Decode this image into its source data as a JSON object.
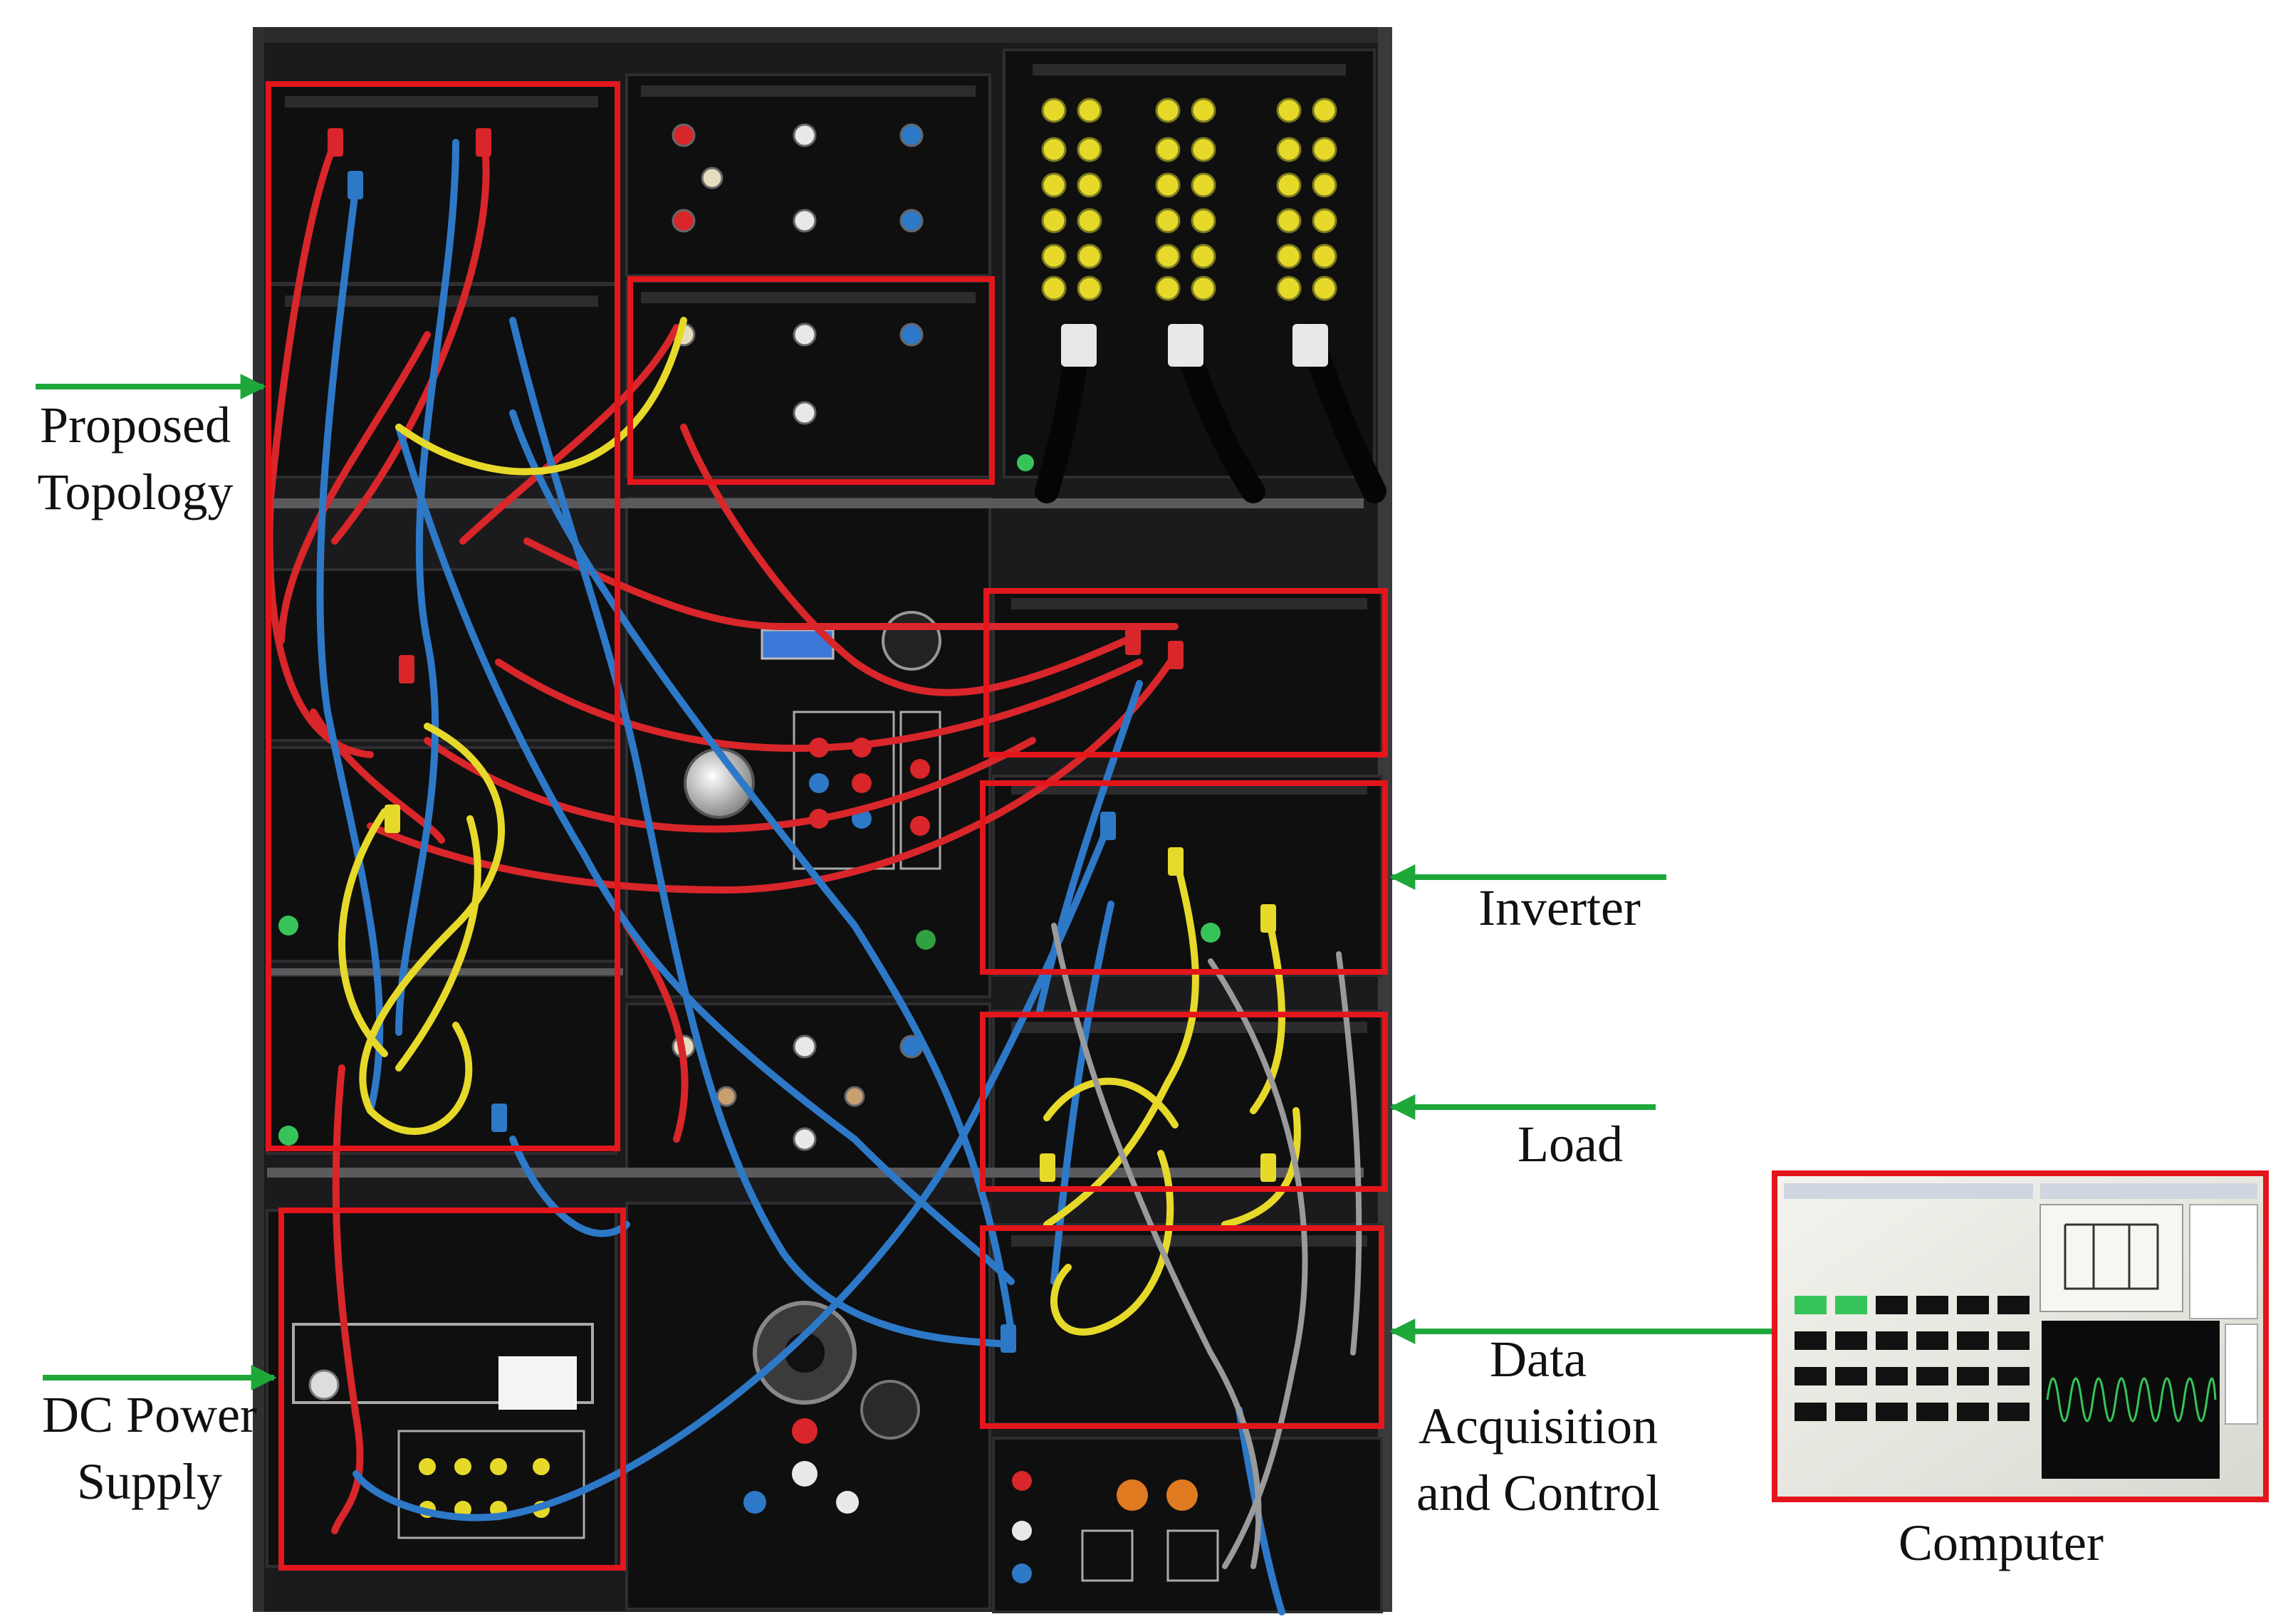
{
  "colors": {
    "rack": "#1b1b1d",
    "panel": "#0f0f10",
    "highlight_box": "#e3161c",
    "arrow": "#1fa83a",
    "wire_red": "#d8262a",
    "wire_blue": "#2d79c8",
    "wire_yellow": "#e7d92a",
    "wire_grey": "#9a9a9a",
    "lcd_screen": "#3c78d8",
    "scope_trace": "#36c45a"
  },
  "labels": {
    "proposed_topology": [
      "Proposed",
      "Topology"
    ],
    "inverter": "Inverter",
    "load": "Load",
    "data_acquisition": [
      "Data",
      "Acquisition",
      "and Control"
    ],
    "dc_power_supply": [
      "DC Power",
      "Supply"
    ],
    "computer": "Computer"
  },
  "icons": {
    "arrows": "green-arrow-icon",
    "computer": "computer-screen-icon"
  }
}
